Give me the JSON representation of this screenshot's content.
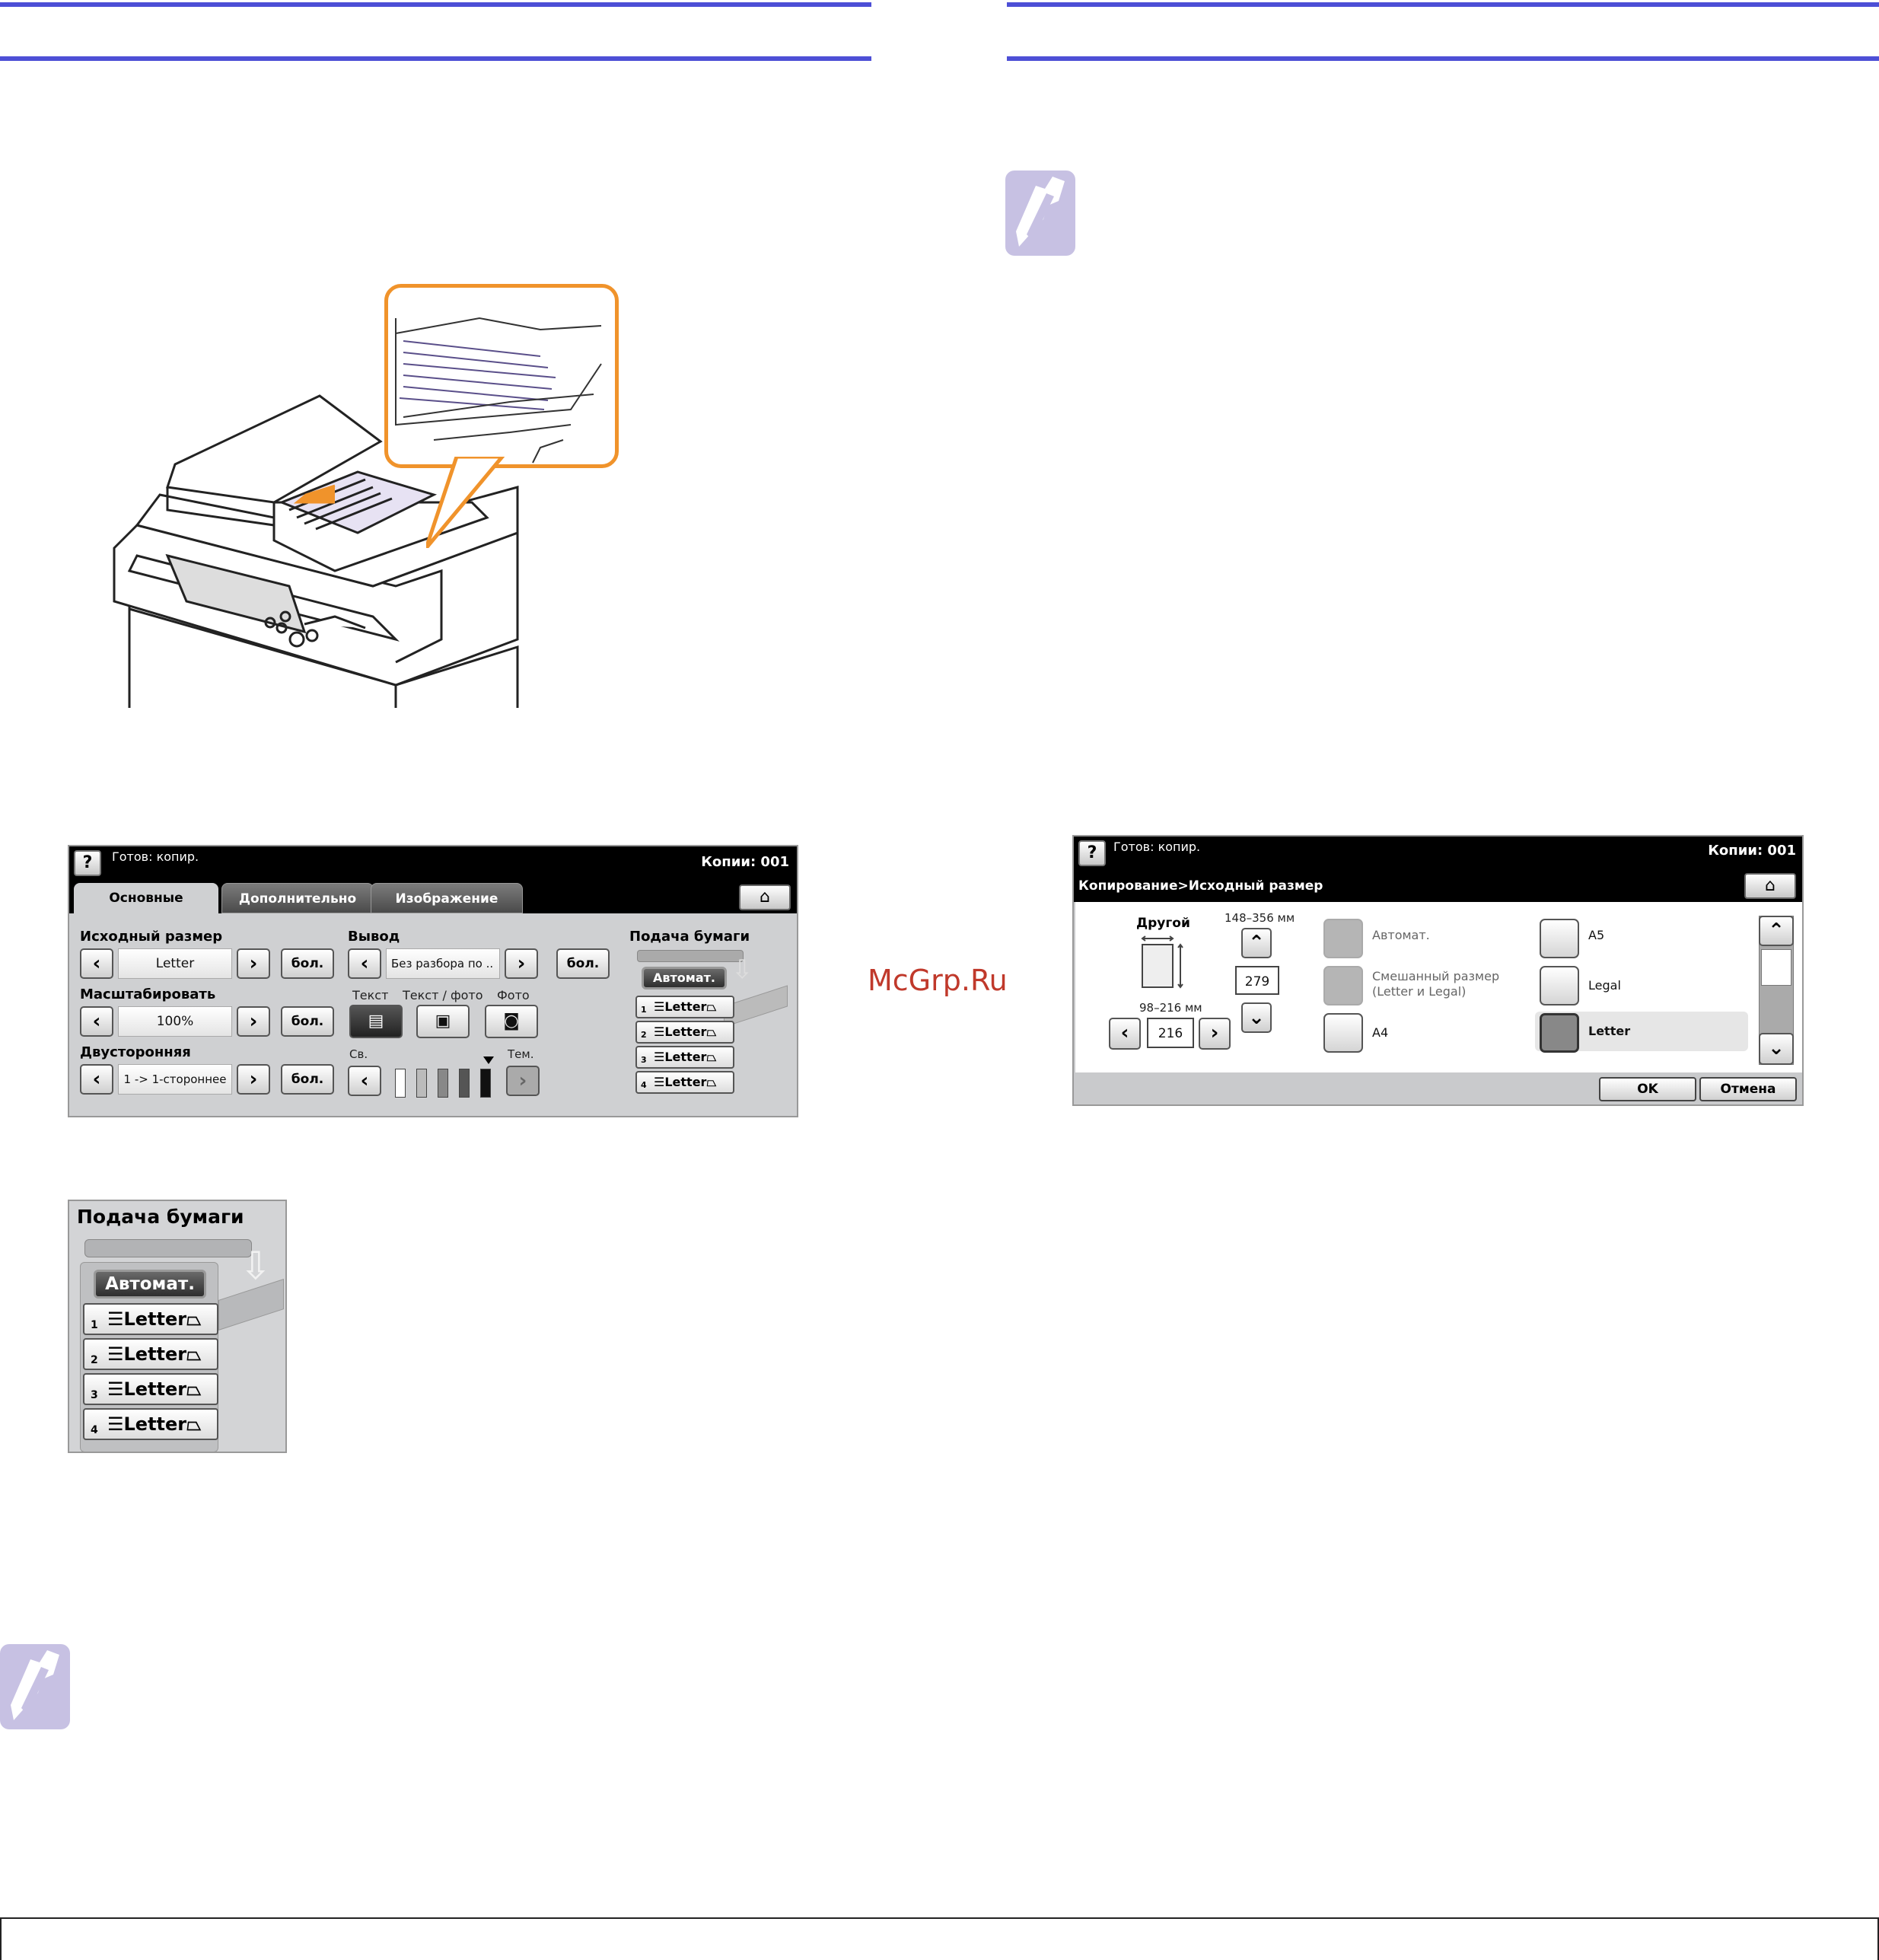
{
  "watermark": "McGrp.Ru",
  "panel1": {
    "status": "Готов: копир.",
    "copies": "Копии: 001",
    "tabs": [
      "Основные",
      "Дополнительно",
      "Изображение"
    ],
    "original_size_label": "Исходный размер",
    "original_size_value": "Letter",
    "more_label": "бол.",
    "scale_label": "Масштабировать",
    "scale_value": "100%",
    "duplex_label": "Двусторонняя",
    "duplex_value": "1 -> 1-стороннее",
    "output_label": "Вывод",
    "output_value": "Без разбора по ..",
    "modes": [
      "Текст",
      "Текст / фото",
      "Фото"
    ],
    "darkness_light": "Св.",
    "darkness_dark": "Тем.",
    "tray_label": "Подача бумаги",
    "tray_auto": "Автомат.",
    "trays": [
      {
        "num": "1",
        "size": "Letter"
      },
      {
        "num": "2",
        "size": "Letter"
      },
      {
        "num": "3",
        "size": "Letter"
      },
      {
        "num": "4",
        "size": "Letter"
      }
    ]
  },
  "panel2": {
    "tray_label": "Подача бумаги",
    "tray_auto": "Автомат.",
    "trays": [
      {
        "num": "1",
        "size": "Letter"
      },
      {
        "num": "2",
        "size": "Letter"
      },
      {
        "num": "3",
        "size": "Letter"
      },
      {
        "num": "4",
        "size": "Letter"
      }
    ]
  },
  "panel3": {
    "status": "Готов: копир.",
    "copies": "Копии: 001",
    "breadcrumb": "Копирование>Исходный размер",
    "custom_label": "Другой",
    "height_range": "148–356 мм",
    "height_value": "279",
    "width_range": "98–216 мм",
    "width_value": "216",
    "options": {
      "auto": "Автомат.",
      "mixed_line1": "Смешанный размер",
      "mixed_line2": "(Letter и Legal)",
      "a4": "A4",
      "a5": "A5",
      "legal": "Legal",
      "letter": "Letter"
    },
    "ok": "OK",
    "cancel": "Отмена"
  },
  "colors": {
    "rule": "#4d4fd6",
    "callout": "#f0932b",
    "note": "#c7c1e3"
  }
}
